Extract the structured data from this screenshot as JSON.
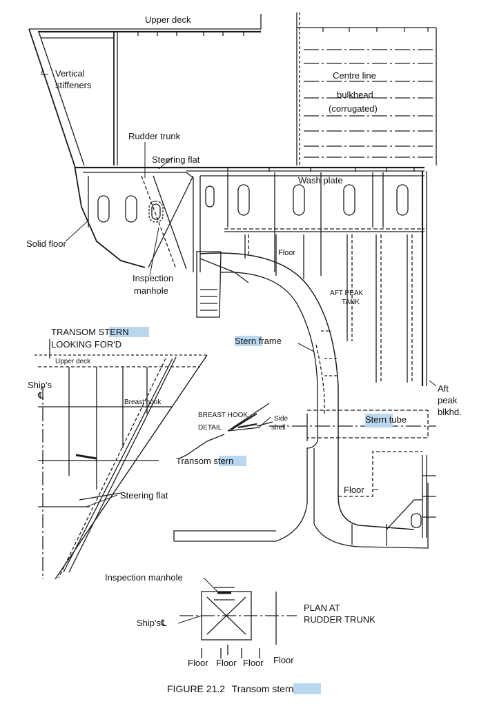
{
  "labels": {
    "upper_deck": "Upper deck",
    "vertical_stiffeners_1": "Vertical",
    "vertical_stiffeners_2": "stiffeners",
    "centre_line_1": "Centre line",
    "centre_line_2": "bulkhead",
    "centre_line_3": "(corrugated)",
    "rudder_trunk": "Rudder trunk",
    "steering_flat": "Steering flat",
    "wash_plate": "Wash plate",
    "solid_floor": "Solid floor",
    "floor": "Floor",
    "inspection_manhole_1": "Inspection",
    "inspection_manhole_2": "manhole",
    "aft_peak_tank_1": "AFT PEAK",
    "aft_peak_tank_2": "TANK",
    "transom_stern_title_1a": "TRANSOM ",
    "transom_stern_title_1b": "STERN",
    "transom_stern_title_2": "LOOKING FOR'D",
    "stern_frame_a": "Stern",
    "stern_frame_b": " frame",
    "upper_deck_small": "Upper deck",
    "ships_cl_1": "Ship's",
    "ships_cl_2": "℄",
    "breast_hook": "Breast hook",
    "breast_hook_detail_1": "BREAST HOOK",
    "breast_hook_detail_2": "DETAIL",
    "side_shell_1": "Side",
    "side_shell_2": "shell",
    "transom_stern_a": "Transom ",
    "transom_stern_b": "stern",
    "stern_tube_a": "Stern",
    "stern_tube_b": " tube",
    "aft_peak_bhd_1": "Aft",
    "aft_peak_bhd_2": "peak",
    "aft_peak_bhd_3": "blkhd.",
    "floor_right": "Floor",
    "steering_flat_2": "Steering flat",
    "inspection_manhole_plan": "Inspection manhole",
    "ships_cl_plan": "Ship's℄",
    "plan_title_1": "PLAN AT",
    "plan_title_2": "RUDDER TRUNK",
    "floor_plan_1": "Floor",
    "floor_plan_2": "Floor",
    "floor_plan_3": "Floor",
    "floor_plan_4": "Floor"
  },
  "caption": {
    "prefix": "FIGURE 21.2",
    "text_a": "Transom ",
    "text_b": "stern"
  },
  "colors": {
    "line": "#1a1a1a",
    "highlight": "#b9d7ee"
  }
}
